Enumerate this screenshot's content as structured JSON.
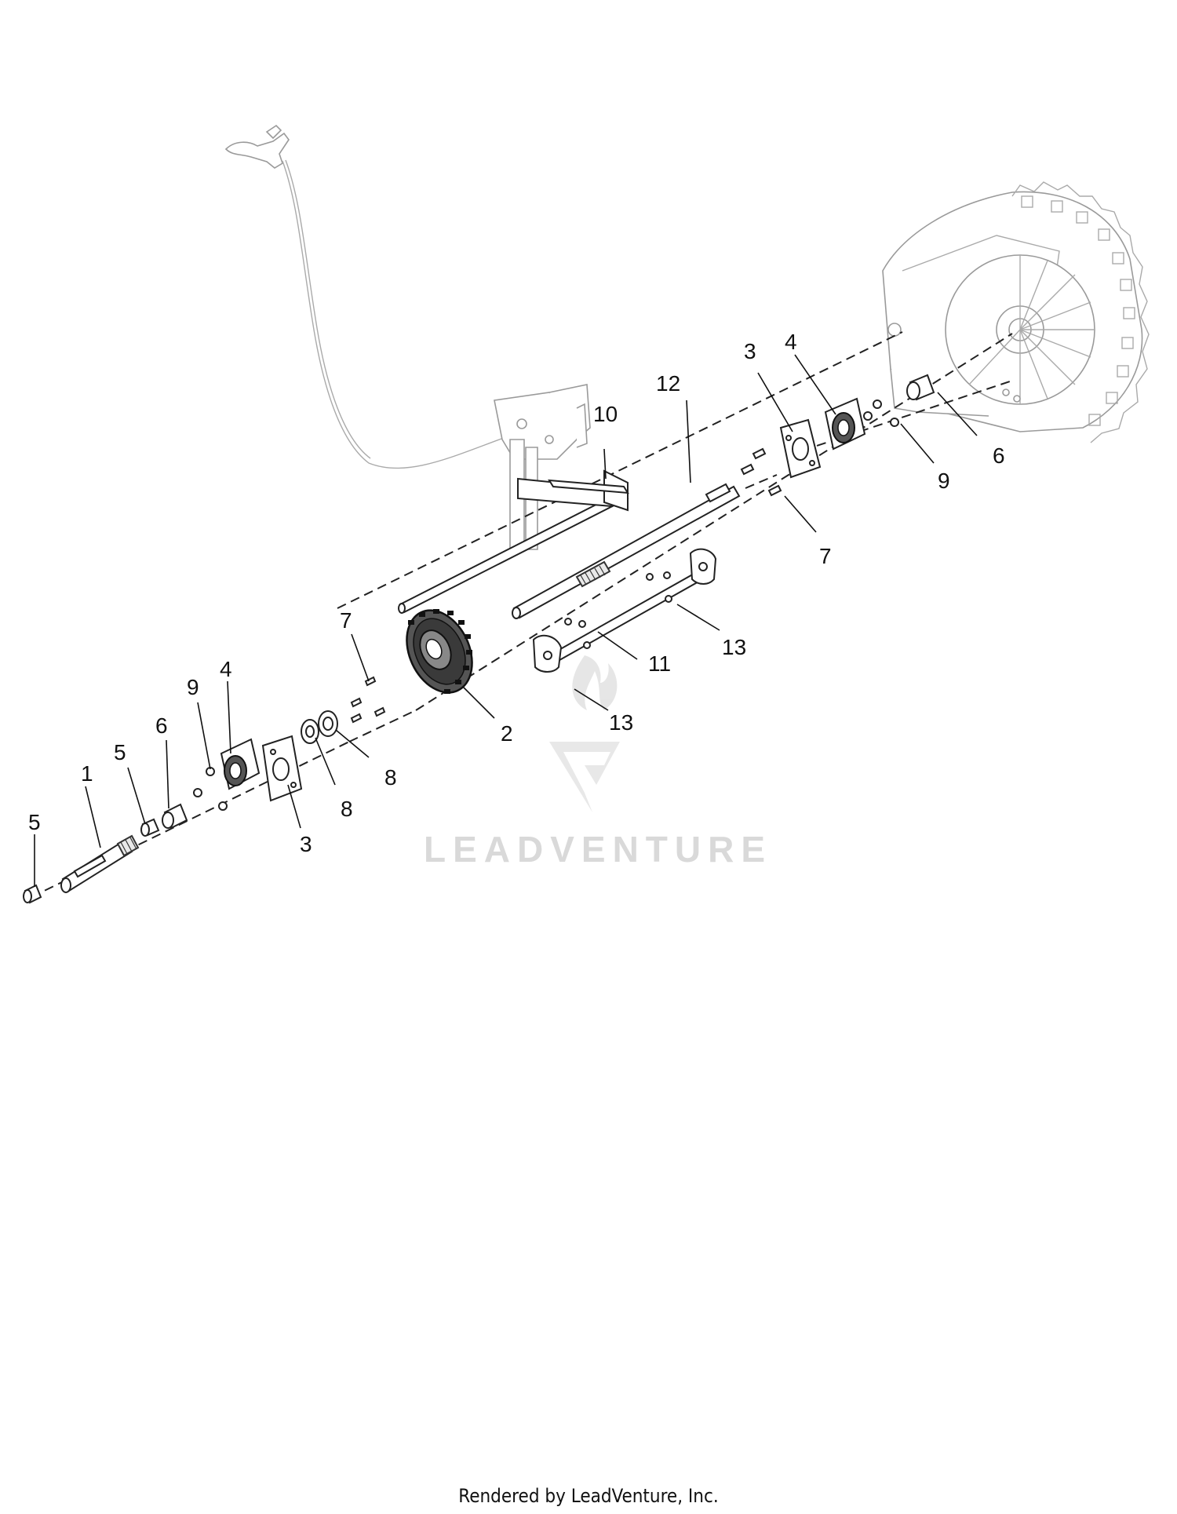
{
  "callouts": [
    {
      "id": "c1",
      "label": "1"
    },
    {
      "id": "c2",
      "label": "2"
    },
    {
      "id": "c3a",
      "label": "3"
    },
    {
      "id": "c3b",
      "label": "3"
    },
    {
      "id": "c4a",
      "label": "4"
    },
    {
      "id": "c4b",
      "label": "4"
    },
    {
      "id": "c5a",
      "label": "5"
    },
    {
      "id": "c5b",
      "label": "5"
    },
    {
      "id": "c6a",
      "label": "6"
    },
    {
      "id": "c6b",
      "label": "6"
    },
    {
      "id": "c7a",
      "label": "7"
    },
    {
      "id": "c7b",
      "label": "7"
    },
    {
      "id": "c8a",
      "label": "8"
    },
    {
      "id": "c8b",
      "label": "8"
    },
    {
      "id": "c9a",
      "label": "9"
    },
    {
      "id": "c9b",
      "label": "9"
    },
    {
      "id": "c10",
      "label": "10"
    },
    {
      "id": "c11",
      "label": "11"
    },
    {
      "id": "c12",
      "label": "12"
    },
    {
      "id": "c13a",
      "label": "13"
    },
    {
      "id": "c13b",
      "label": "13"
    }
  ],
  "watermark": {
    "text": "LEADVENTURE"
  },
  "footer": {
    "text": "Rendered by LeadVenture, Inc."
  },
  "colors": {
    "ink": "#111111",
    "ghost_line": "#9a9a9a",
    "watermark": "#d9d9d9"
  }
}
